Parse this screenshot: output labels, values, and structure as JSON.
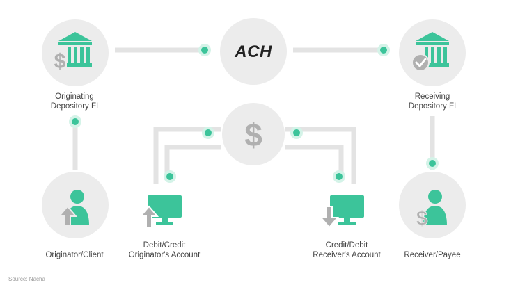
{
  "center": {
    "ach_label": "ACH"
  },
  "labels": {
    "odfi_line1": "Originating",
    "odfi_line2": "Depository FI",
    "rdfi_line1": "Receiving",
    "rdfi_line2": "Depository FI",
    "originator": "Originator/Client",
    "debit_credit_line1": "Debit/Credit",
    "debit_credit_line2": "Originator's Account",
    "credit_debit_line1": "Credit/Debit",
    "credit_debit_line2": "Receiver's Account",
    "receiver": "Receiver/Payee"
  },
  "source": "Source: Nacha",
  "colors": {
    "accent": "#3cc49a",
    "icon_gray": "#b0b0b0",
    "circle_bg": "#ececec",
    "connector": "#e3e3e3"
  },
  "icons": {
    "odfi": "bank-dollar-icon",
    "rdfi": "bank-check-icon",
    "center_top": "ach-text",
    "center_mid": "dollar-icon",
    "originator": "person-upload-icon",
    "receiver": "person-dollar-icon",
    "debit_account": "monitor-upload-icon",
    "credit_account": "monitor-download-icon"
  }
}
